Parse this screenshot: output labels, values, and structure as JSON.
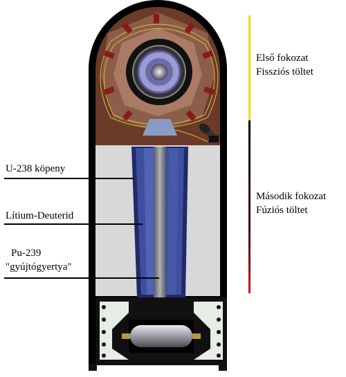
{
  "labels": {
    "stage1_line1": "Első fokozat",
    "stage1_line2": "Fissziós töltet",
    "stage2_line1": "Második fokozat",
    "stage2_line2": "Fúziós töltet",
    "u238": "U-238 köpeny",
    "lithium": "Lítium-Deuterid",
    "pu_line1": "Pu-239",
    "pu_line2": "\"gyújtógyertya\""
  },
  "colors": {
    "casing": "#000000",
    "primary_fill": "#6b3a28",
    "secondary_fill": "#d8d8d8",
    "fusion_fuel": "#3e4fa0",
    "stage1_bar": "#f0de1a",
    "stage2_bar": "#000000",
    "stage2_bar_end": "#cc1a1a"
  }
}
